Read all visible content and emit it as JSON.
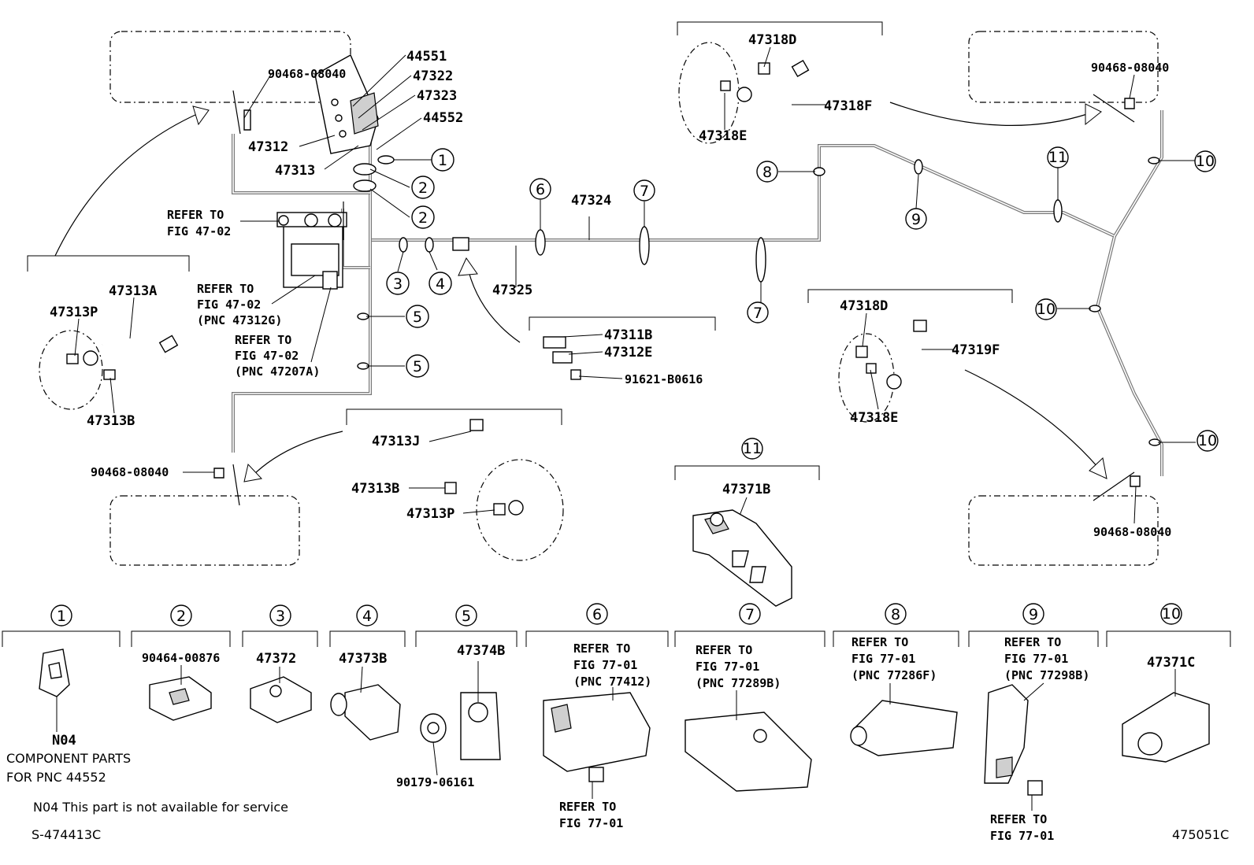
{
  "parts": {
    "p44551": "44551",
    "p47322": "47322",
    "p47323": "47323",
    "p44552": "44552",
    "p47312": "47312",
    "p47313": "47313",
    "p90468_tl": "90468-08040",
    "p47324": "47324",
    "p47325": "47325",
    "p47318D_top": "47318D",
    "p47318F": "47318F",
    "p47318E_top": "47318E",
    "p90468_tr": "90468-08040",
    "p47313A": "47313A",
    "p47313P_left": "47313P",
    "p47313B_left": "47313B",
    "p47311B": "47311B",
    "p47312E": "47312E",
    "p91621": "91621-B0616",
    "p47318D_mid": "47318D",
    "p47319F": "47319F",
    "p47318E_mid": "47318E",
    "p47313J": "47313J",
    "p47313B_mid": "47313B",
    "p47313P_mid": "47313P",
    "p90468_bl": "90468-08040",
    "p47371B": "47371B",
    "p90468_br": "90468-08040"
  },
  "refer": {
    "r1_a": "REFER TO",
    "r1_b": "FIG 47-02",
    "r2_a": "REFER TO",
    "r2_b": "FIG 47-02",
    "r2_c": "(PNC 47312G)",
    "r3_a": "REFER TO",
    "r3_b": "FIG 47-02",
    "r3_c": "(PNC 47207A)"
  },
  "callouts": {
    "c1": "1",
    "c2a": "2",
    "c2b": "2",
    "c3": "3",
    "c4": "4",
    "c5a": "5",
    "c5b": "5",
    "c6": "6",
    "c7a": "7",
    "c7b": "7",
    "c8": "8",
    "c9": "9",
    "c10a": "10",
    "c10b": "10",
    "c10c": "10",
    "c11": "11",
    "c11b": "11"
  },
  "legend": {
    "items": [
      {
        "num": "1",
        "part": "",
        "extra": [
          "N04",
          "COMPONENT PARTS",
          "FOR PNC 44552"
        ]
      },
      {
        "num": "2",
        "part": "90464-00876"
      },
      {
        "num": "3",
        "part": "47372"
      },
      {
        "num": "4",
        "part": "47373B"
      },
      {
        "num": "5",
        "part": "47374B",
        "sub": "90179-06161"
      },
      {
        "num": "6",
        "ref": [
          "REFER TO",
          "FIG 77-01",
          "(PNC 77412)"
        ],
        "bottom": [
          "REFER TO",
          "FIG 77-01"
        ]
      },
      {
        "num": "7",
        "ref": [
          "REFER TO",
          "FIG 77-01",
          "(PNC 77289B)"
        ]
      },
      {
        "num": "8",
        "ref": [
          "REFER TO",
          "FIG 77-01",
          "(PNC 77286F)"
        ]
      },
      {
        "num": "9",
        "ref": [
          "REFER TO",
          "FIG 77-01",
          "(PNC 77298B)"
        ],
        "bottom": [
          "REFER TO",
          "FIG 77-01"
        ]
      },
      {
        "num": "10",
        "part": "47371C"
      }
    ]
  },
  "footer": {
    "note": "N04 This part is not available for service",
    "code_left": "S-474413C",
    "code_right": "475051C"
  }
}
